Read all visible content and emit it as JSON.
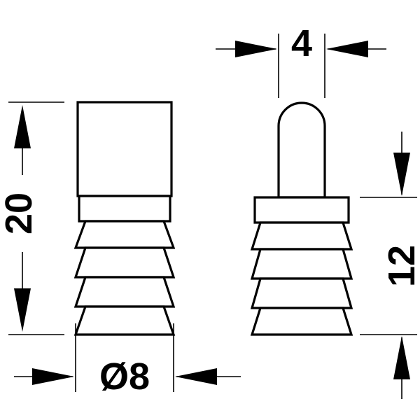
{
  "dimensions": {
    "left_height": "20",
    "left_diameter": "Ø8",
    "right_width": "4",
    "right_height": "12"
  }
}
